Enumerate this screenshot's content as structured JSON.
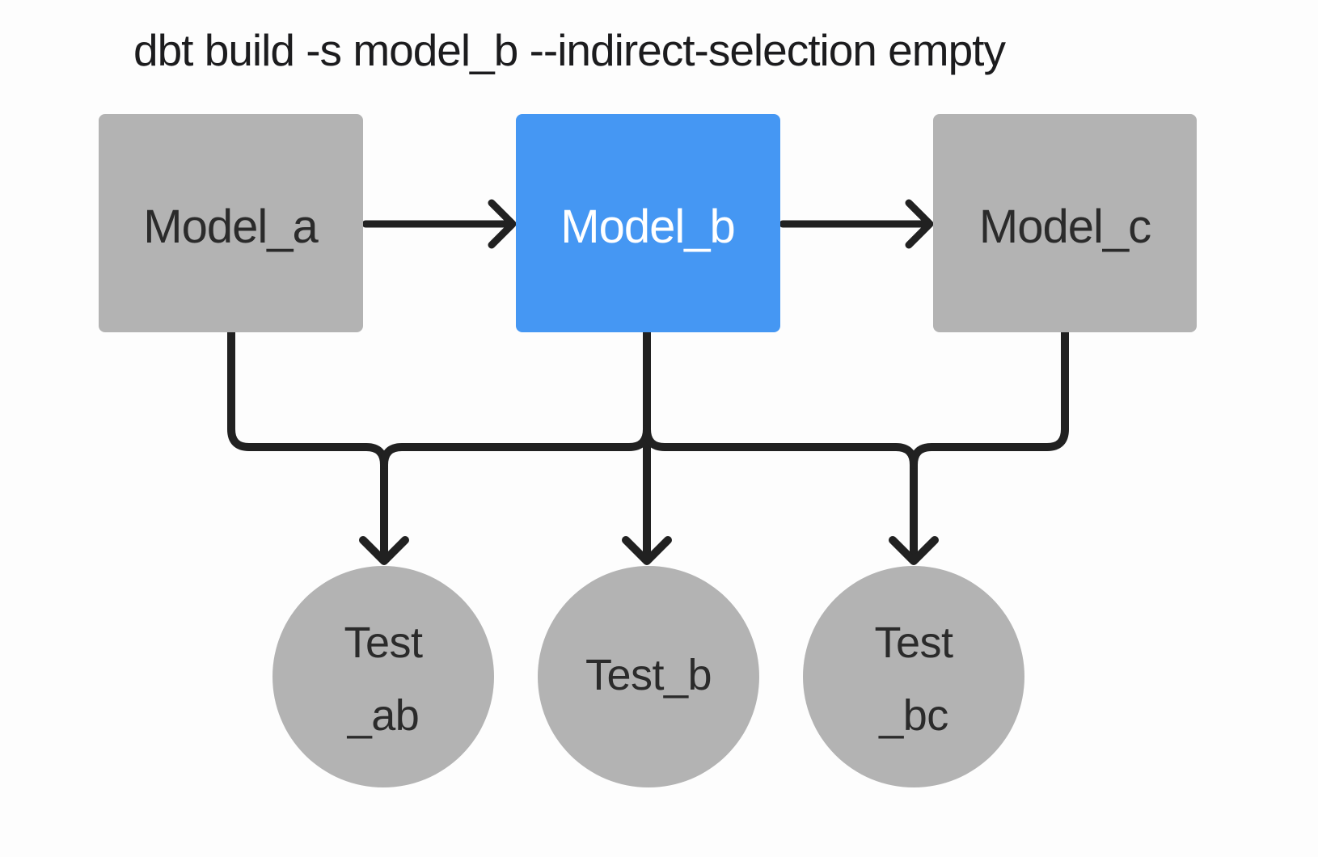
{
  "title": "dbt build -s model_b --indirect-selection empty",
  "colors": {
    "background": "#fdfdfd",
    "model_default_fill": "#b3b3b3",
    "model_selected_fill": "#4597f3",
    "edge_stroke": "#212121",
    "label_dark": "#2b2b2b",
    "label_light": "#ffffff"
  },
  "models": [
    {
      "id": "model_a",
      "label": "Model_a",
      "selected": false
    },
    {
      "id": "model_b",
      "label": "Model_b",
      "selected": true
    },
    {
      "id": "model_c",
      "label": "Model_c",
      "selected": false
    }
  ],
  "tests": [
    {
      "id": "test_ab",
      "label_lines": [
        "Test",
        "_ab"
      ]
    },
    {
      "id": "test_b",
      "label_lines": [
        "Test_b"
      ]
    },
    {
      "id": "test_bc",
      "label_lines": [
        "Test",
        "_bc"
      ]
    }
  ],
  "edges": [
    {
      "from": "model_a",
      "to": "model_b"
    },
    {
      "from": "model_b",
      "to": "model_c"
    },
    {
      "from": "model_a",
      "to": "test_ab"
    },
    {
      "from": "model_b",
      "to": "test_ab"
    },
    {
      "from": "model_b",
      "to": "test_b"
    },
    {
      "from": "model_b",
      "to": "test_bc"
    },
    {
      "from": "model_c",
      "to": "test_bc"
    }
  ]
}
